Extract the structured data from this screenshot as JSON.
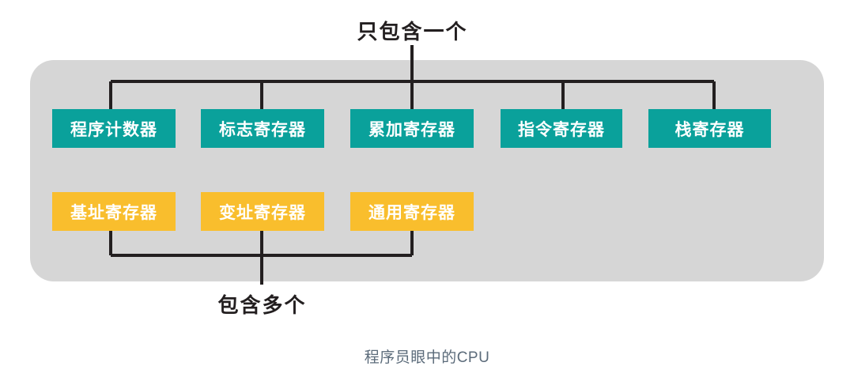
{
  "diagram": {
    "caption": "程序员眼中的CPU",
    "panel": {
      "fill": "#d6d6d6"
    },
    "colors": {
      "teal": "#0aa19b",
      "yellow": "#f9be2d",
      "line": "#231f20",
      "caption_text": "#5b6b7a",
      "box_text": "#ffffff"
    },
    "annotations": {
      "top": "只包含一个",
      "bottom": "包含多个"
    },
    "groups": [
      {
        "name": "single-instance-registers",
        "annotation": "只包含一个",
        "color": "#0aa19b",
        "nodes": [
          {
            "label": "程序计数器"
          },
          {
            "label": "标志寄存器"
          },
          {
            "label": "累加寄存器"
          },
          {
            "label": "指令寄存器"
          },
          {
            "label": "栈寄存器"
          }
        ]
      },
      {
        "name": "multiple-instance-registers",
        "annotation": "包含多个",
        "color": "#f9be2d",
        "nodes": [
          {
            "label": "基址寄存器"
          },
          {
            "label": "变址寄存器"
          },
          {
            "label": "通用寄存器"
          }
        ]
      }
    ]
  }
}
